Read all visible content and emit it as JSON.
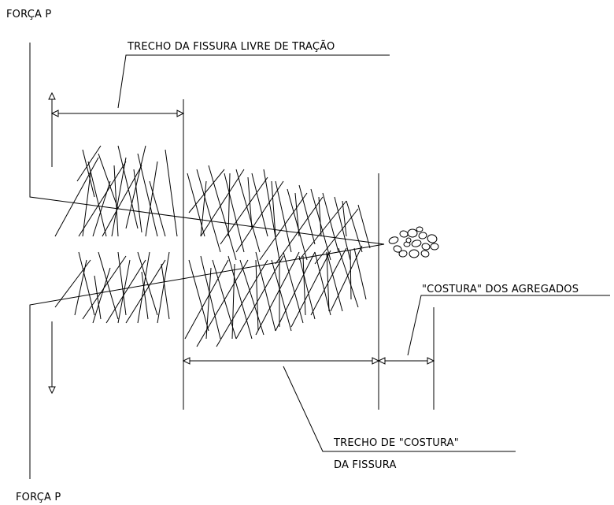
{
  "labels": {
    "force_top": "FORÇA P",
    "force_bottom": "FORÇA P",
    "free_zone": "TRECHO DA FISSURA LIVRE DE TRAÇÃO",
    "aggregate_bridging": "\"COSTURA\" DOS AGREGADOS",
    "bridging_zone_line1": "TRECHO DE \"COSTURA\"",
    "bridging_zone_line2": "DA FISSURA"
  }
}
